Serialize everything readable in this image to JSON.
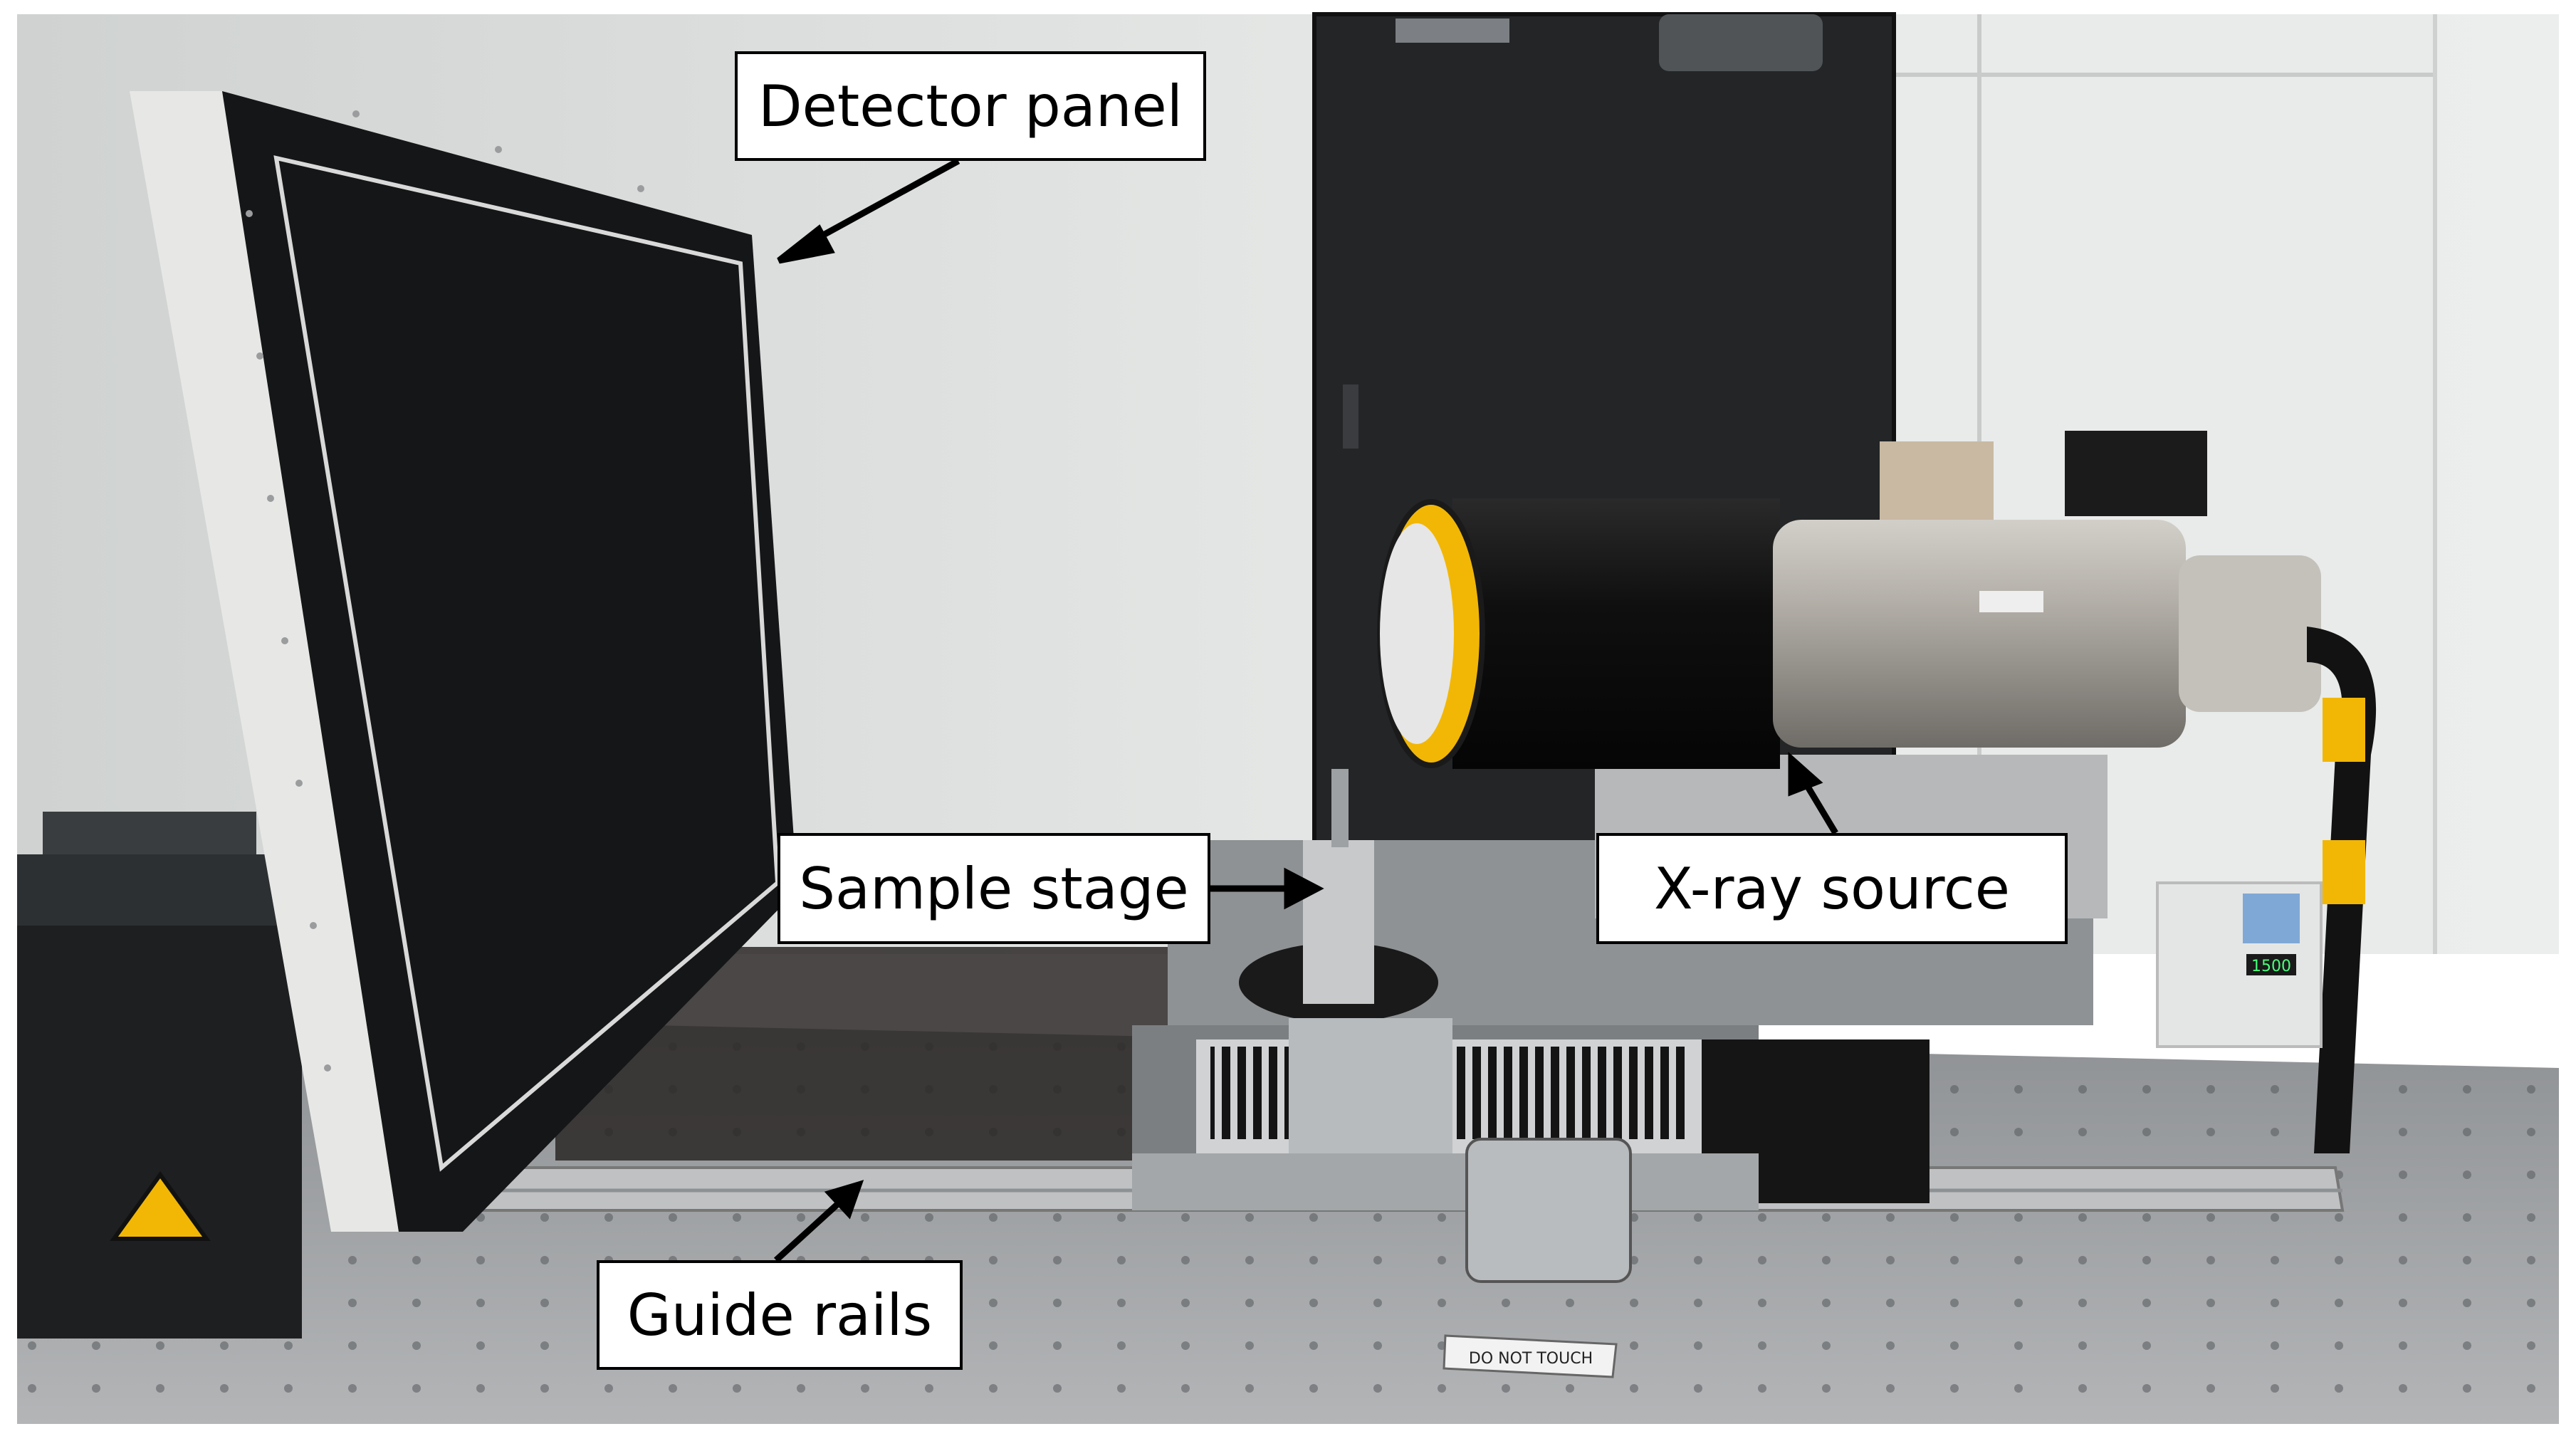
{
  "labels": {
    "detector_panel": "Detector panel",
    "sample_stage": "Sample stage",
    "xray_source": "X-ray source",
    "guide_rails": "Guide rails"
  },
  "tags": {
    "do_not_touch": "DO NOT TOUCH",
    "display_reading": "1500"
  },
  "colors": {
    "wall": "#dcdedd",
    "table": "#9a9c9e",
    "detector_face": "#141617",
    "detector_frame": "#e7e8e6",
    "source_body": "#a9a6a0",
    "source_cap": "#1a1a1a",
    "window_yellow": "#f2b705",
    "cabinet": "#232527"
  }
}
